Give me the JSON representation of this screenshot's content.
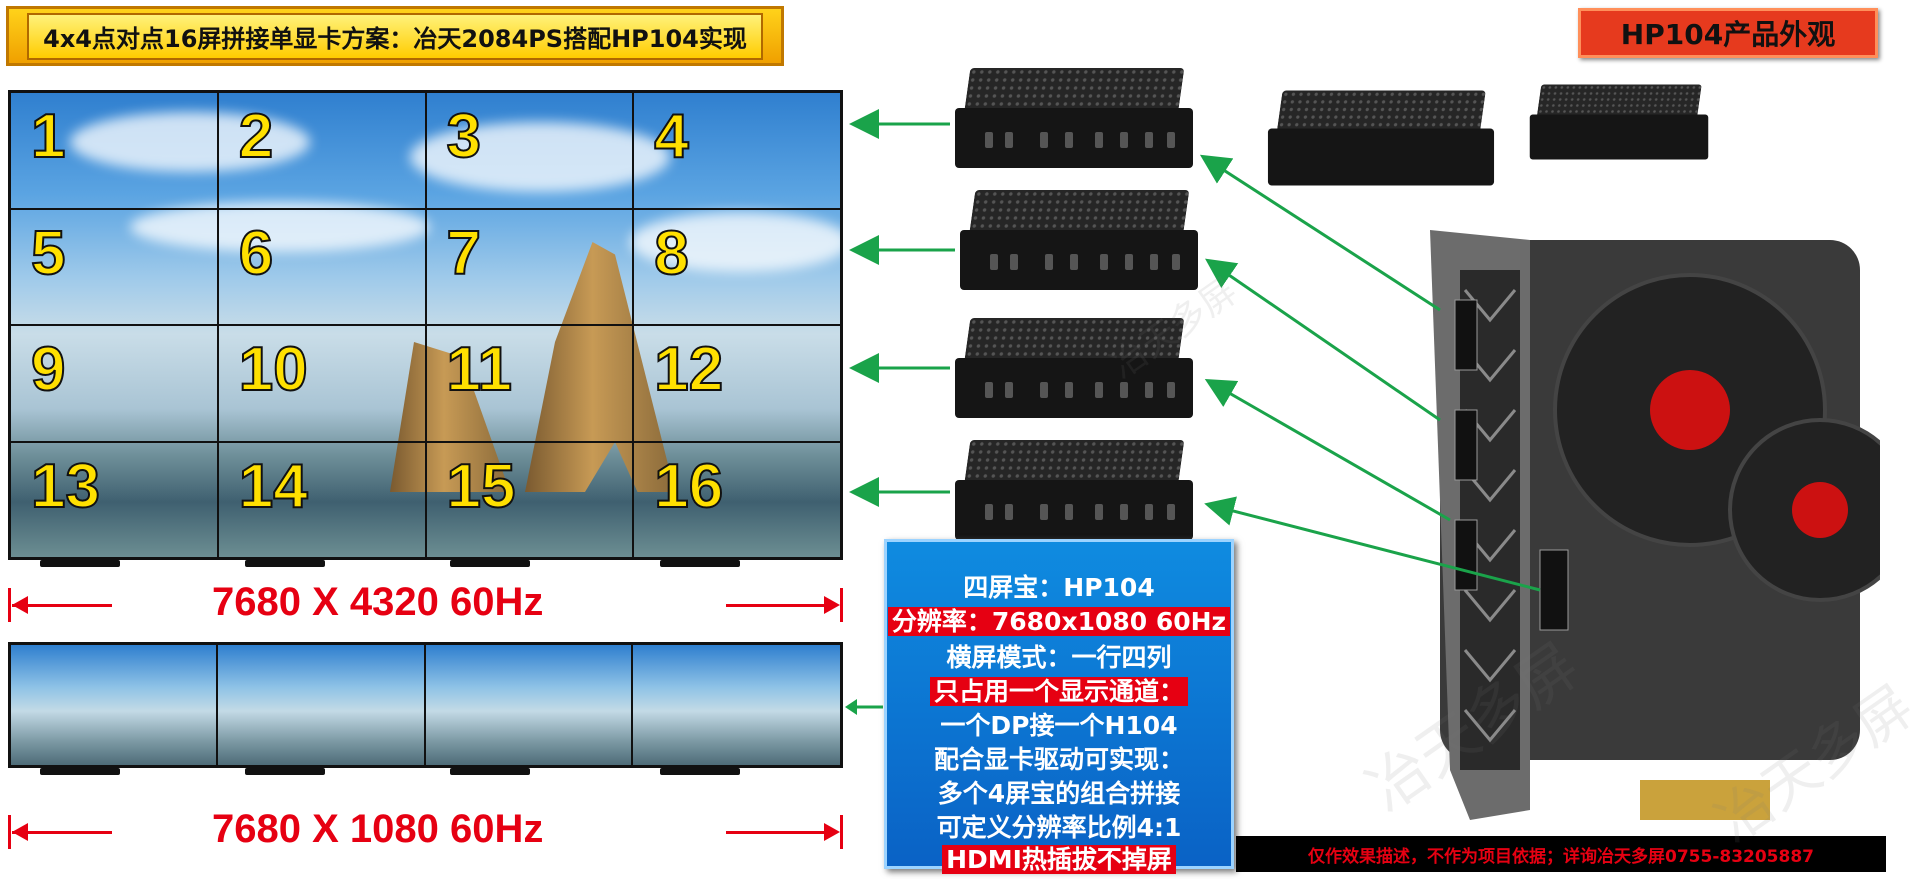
{
  "title": "4x4点对点16屏拼接单显卡方案：冶天2084PS搭配HP104实现",
  "product_title": "HP104产品外观",
  "wall_numbers": [
    "1",
    "2",
    "3",
    "4",
    "5",
    "6",
    "7",
    "8",
    "9",
    "10",
    "11",
    "12",
    "13",
    "14",
    "15",
    "16"
  ],
  "resolution_4x4": "7680 X 4320 60Hz",
  "resolution_1x4": "7680 X 1080 60Hz",
  "spec": {
    "name": "四屏宝：HP104",
    "resolution": "分辨率：7680x1080 60Hz",
    "mode": "横屏模式：一行四列",
    "channel": "只占用一个显示通道：",
    "connect": "一个DP接一个H104",
    "driver": "配合显卡驱动可实现：",
    "combo": "多个4屏宝的组合拼接",
    "ratio": "可定义分辨率比例4:1",
    "hotplug": "HDMI热插拔不掉屏"
  },
  "disclaimer": "仅作效果描述，不作为项目依据；详询冶天多屏0755-83205887",
  "watermark": "冶天多屏",
  "colors": {
    "accent_red": "#e60012",
    "arrow_green": "#1aa34a",
    "spec_blue": "#0a72d6",
    "banner_yellow": "#ffcc00"
  }
}
